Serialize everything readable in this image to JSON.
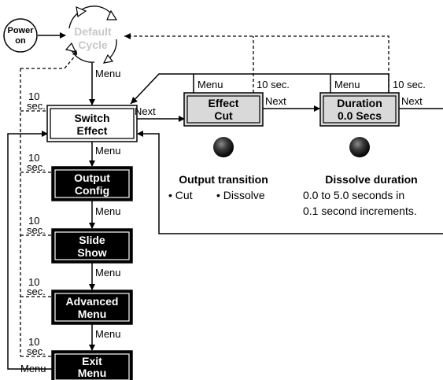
{
  "power_on": {
    "line1": "Power",
    "line2": "on"
  },
  "default_cycle": {
    "line1": "Default",
    "line2": "Cycle"
  },
  "labels": {
    "menu": "Menu",
    "next": "Next",
    "ten_sec": "10 sec.",
    "ten": "10",
    "sec": "sec."
  },
  "menu_items": [
    {
      "line1": "Switch",
      "line2": "Effect"
    },
    {
      "line1": "Output",
      "line2": "Config"
    },
    {
      "line1": "Slide",
      "line2": "Show"
    },
    {
      "line1": "Advanced",
      "line2": "Menu"
    },
    {
      "line1": "Exit",
      "line2": "Menu"
    }
  ],
  "effect_box": {
    "line1": "Effect",
    "line2": "Cut"
  },
  "duration_box": {
    "line1": "Duration",
    "line2": "0.0 Secs"
  },
  "output_transition": {
    "title": "Output transition",
    "options": [
      "• Cut",
      "• Dissolve"
    ]
  },
  "dissolve_duration": {
    "title": "Dissolve duration",
    "line1": "0.0 to 5.0 seconds in",
    "line2": "0.1 second increments."
  }
}
